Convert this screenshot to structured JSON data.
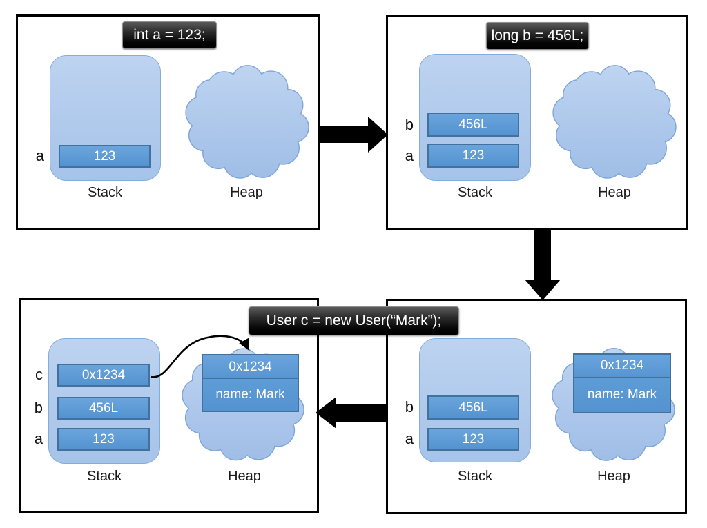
{
  "diagram": {
    "titles": {
      "step1": "int a = 123;",
      "step2": "long b = 456L;",
      "step3": "User c = new User(“Mark”);"
    },
    "panels": {
      "top_left": {
        "stack_label": "Stack",
        "heap_label": "Heap",
        "vars": {
          "a": {
            "name": "a",
            "value": "123"
          }
        }
      },
      "top_right": {
        "stack_label": "Stack",
        "heap_label": "Heap",
        "vars": {
          "b": {
            "name": "b",
            "value": "456L"
          },
          "a": {
            "name": "a",
            "value": "123"
          }
        }
      },
      "bottom_right": {
        "stack_label": "Stack",
        "heap_label": "Heap",
        "vars": {
          "b": {
            "name": "b",
            "value": "456L"
          },
          "a": {
            "name": "a",
            "value": "123"
          }
        },
        "heap_object": {
          "header": "0x1234",
          "body": "name: Mark"
        }
      },
      "bottom_left": {
        "stack_label": "Stack",
        "heap_label": "Heap",
        "vars": {
          "c": {
            "name": "c",
            "value": "0x1234"
          },
          "b": {
            "name": "b",
            "value": "456L"
          },
          "a": {
            "name": "a",
            "value": "123"
          }
        },
        "heap_object": {
          "header": "0x1234",
          "body": "name: Mark"
        }
      }
    },
    "colors": {
      "value_box_fill": "#5b9bd5",
      "value_box_border": "#41719c",
      "stack_container_fill": "#aec9ec",
      "stack_container_border": "#85abdb",
      "cloud_fill": "#aac7ea",
      "cloud_border": "#7da5d8",
      "panel_border": "#000000",
      "arrow": "#000000",
      "title_background": "#000000",
      "title_text": "#ffffff"
    }
  }
}
